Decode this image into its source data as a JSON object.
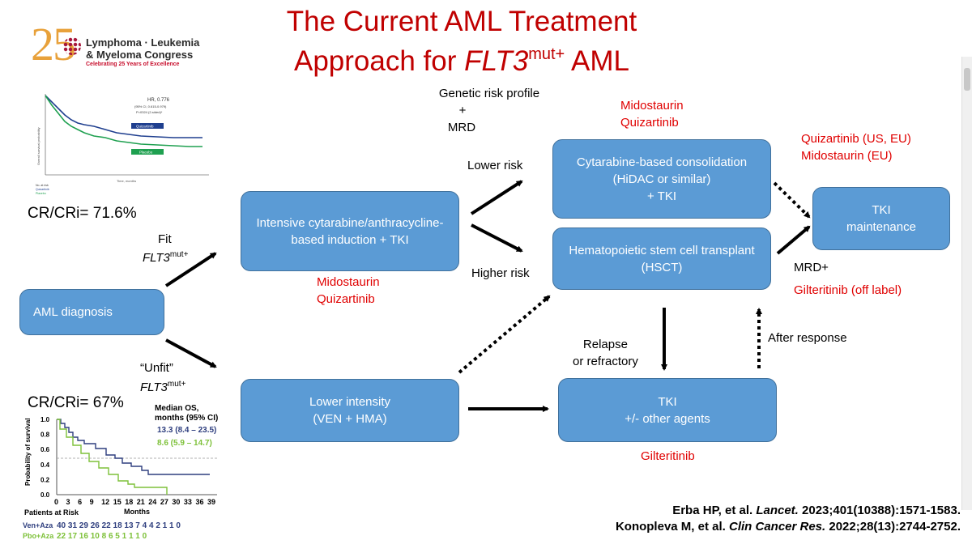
{
  "title": {
    "line1": "The Current AML Treatment",
    "line2_pre": "Approach for ",
    "line2_gene": "FLT3",
    "line2_sup": "mut+",
    "line2_post": " AML"
  },
  "logo": {
    "number": "25",
    "line1": "Lymphoma · Leukemia",
    "line2": "& Myeloma Congress",
    "line3": "Celebrating 25 Years of Excellence"
  },
  "boxes": {
    "aml": "AML diagnosis",
    "intensive_1": "Intensive cytarabine/anthracycline-",
    "intensive_2": "based induction + TKI",
    "lower_1": "Lower intensity",
    "lower_2": "(VEN + HMA)",
    "consol_1": "Cytarabine-based consolidation",
    "consol_2": "(HiDAC or similar)",
    "consol_3": "+ TKI",
    "hsct_1": "Hematopoietic stem cell transplant",
    "hsct_2": "(HSCT)",
    "tki_1": "TKI",
    "tki_2": "+/- other agents",
    "maint_1": "TKI",
    "maint_2": "maintenance"
  },
  "labels": {
    "fit": "Fit",
    "fit_gene": "FLT3",
    "fit_sup": "mut+",
    "unfit": "“Unfit”",
    "unfit_gene": "FLT3",
    "unfit_sup": "mut+",
    "genetic_1": "Genetic risk profile",
    "genetic_2": "+",
    "genetic_3": "MRD",
    "lower_risk": "Lower risk",
    "higher_risk": "Higher risk",
    "relapse_1": "Relapse",
    "relapse_2": "or refractory",
    "after_response": "After response",
    "mrd_plus": "MRD+"
  },
  "drugs": {
    "induction_1": "Midostaurin",
    "induction_2": "Quizartinib",
    "consol_1": "Midostaurin",
    "consol_2": "Quizartinib",
    "maint_1": "Quizartinib (US, EU)",
    "maint_2": "Midostaurin (EU)",
    "mrd_drug": "Gilteritinib (off label)",
    "tki_drug": "Gilteritinib"
  },
  "cr": {
    "top": "CR/CRi= 71.6%",
    "bottom": "CR/CRi= 67%"
  },
  "km_top": {
    "hr_1": "HR, 0.776",
    "hr_2": "(95% CI, 0.615-0.979)",
    "hr_3": "P=0324 (2-sided)*",
    "series_1": "Quizartinib",
    "series_2": "Placebo",
    "ylabel": "Overall survival probability",
    "xlabel": "Time, months",
    "risk_label": "No. at risk",
    "risk_1": "Quizartinib",
    "risk_2": "Placebo",
    "color_1": "#1f3f8f",
    "color_2": "#1fa050"
  },
  "km_bottom": {
    "legend_title_1": "Median OS,",
    "legend_title_2": "months (95% CI)",
    "legend_1": "13.3 (8.4 – 23.5)",
    "legend_2": "8.6 (5.9 – 14.7)",
    "ylabel": "Probability of survival",
    "xlabel": "Months",
    "yticks": [
      "1.0",
      "0.8",
      "0.6",
      "0.4",
      "0.2",
      "0.0"
    ],
    "xticks": [
      "0",
      "3",
      "6",
      "9",
      "12",
      "15",
      "18",
      "21",
      "24",
      "27",
      "30",
      "33",
      "36",
      "39"
    ],
    "risk_title": "Patients at Risk",
    "risk_row1_label": "Ven+Aza",
    "risk_row1": "40 31 29 26 22 18 13 7 4 4 2 1 1 0",
    "risk_row2_label": "Pbo+Aza",
    "risk_row2": "22 17 16 10 8 6 5 1 1 1 0",
    "color_1": "#2f3f7f",
    "color_2": "#7ec13a"
  },
  "refs": {
    "r1_pre": "Erba HP, et al. ",
    "r1_journal": "Lancet.",
    "r1_post": " 2023;401(10388):1571-1583.",
    "r2_pre": "Konopleva M, et al. ",
    "r2_journal": "Clin Cancer Res.",
    "r2_post": " 2022;28(13):2744-2752."
  }
}
